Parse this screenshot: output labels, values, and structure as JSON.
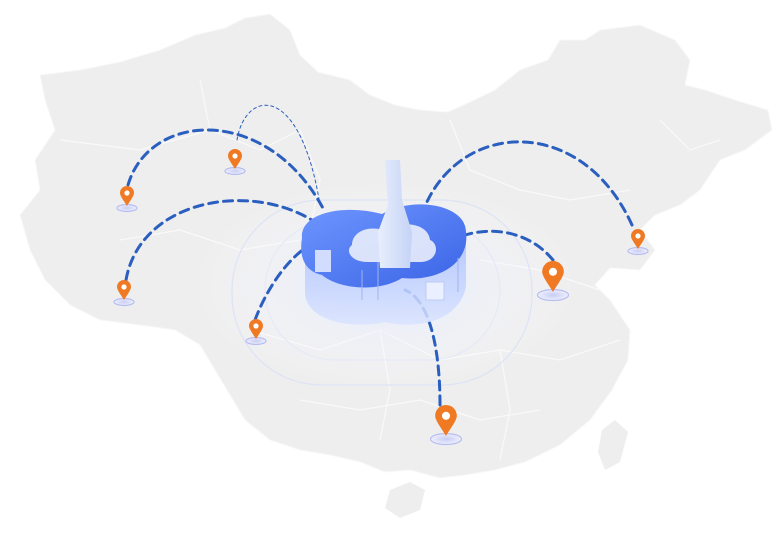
{
  "map": {
    "region": "China",
    "land_color": "#eeeeef",
    "route_color": "#2b5fbf",
    "hub_color": "#4d7cf2",
    "pin_color": "#f07a24"
  },
  "hub": {
    "icon": "cloud-hub-icon"
  },
  "pins": [
    {
      "name": "pin-far-west-north",
      "icon": "location-pin-icon",
      "size": "small"
    },
    {
      "name": "pin-north-west",
      "icon": "location-pin-icon",
      "size": "small"
    },
    {
      "name": "pin-far-west-south",
      "icon": "location-pin-icon",
      "size": "small"
    },
    {
      "name": "pin-south-west",
      "icon": "location-pin-icon",
      "size": "small"
    },
    {
      "name": "pin-east",
      "icon": "location-pin-icon",
      "size": "large"
    },
    {
      "name": "pin-north-east",
      "icon": "location-pin-icon",
      "size": "small"
    },
    {
      "name": "pin-south",
      "icon": "location-pin-icon",
      "size": "large"
    }
  ]
}
